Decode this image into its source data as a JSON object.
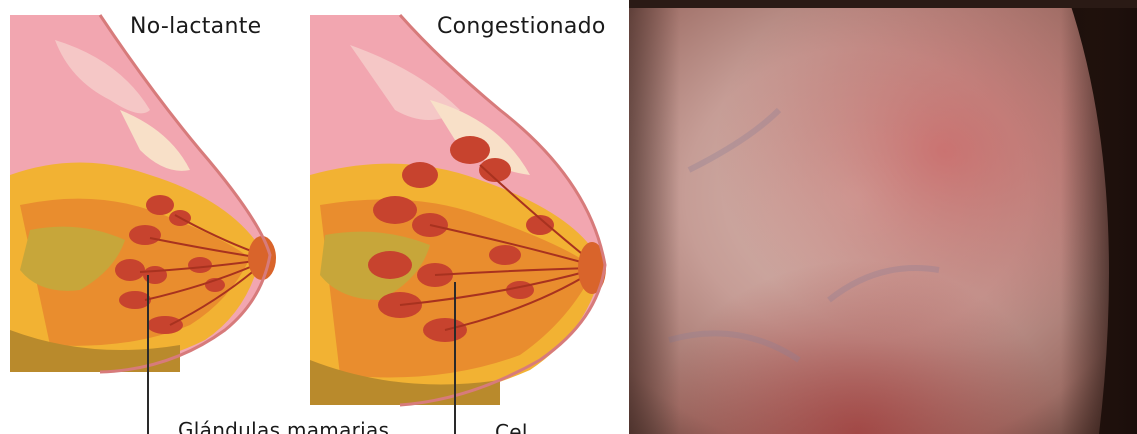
{
  "labels": {
    "left_title": "No-lactante",
    "right_title": "Congestionado",
    "bottom_label": "Glándulas mamarias",
    "bottom_cut_label": "Cel... ..."
  },
  "figure": {
    "left_panel": "non-lactating breast cross-section",
    "right_panel": "engorged breast cross-section",
    "photo": "close-up of reddened engorged breast skin"
  }
}
